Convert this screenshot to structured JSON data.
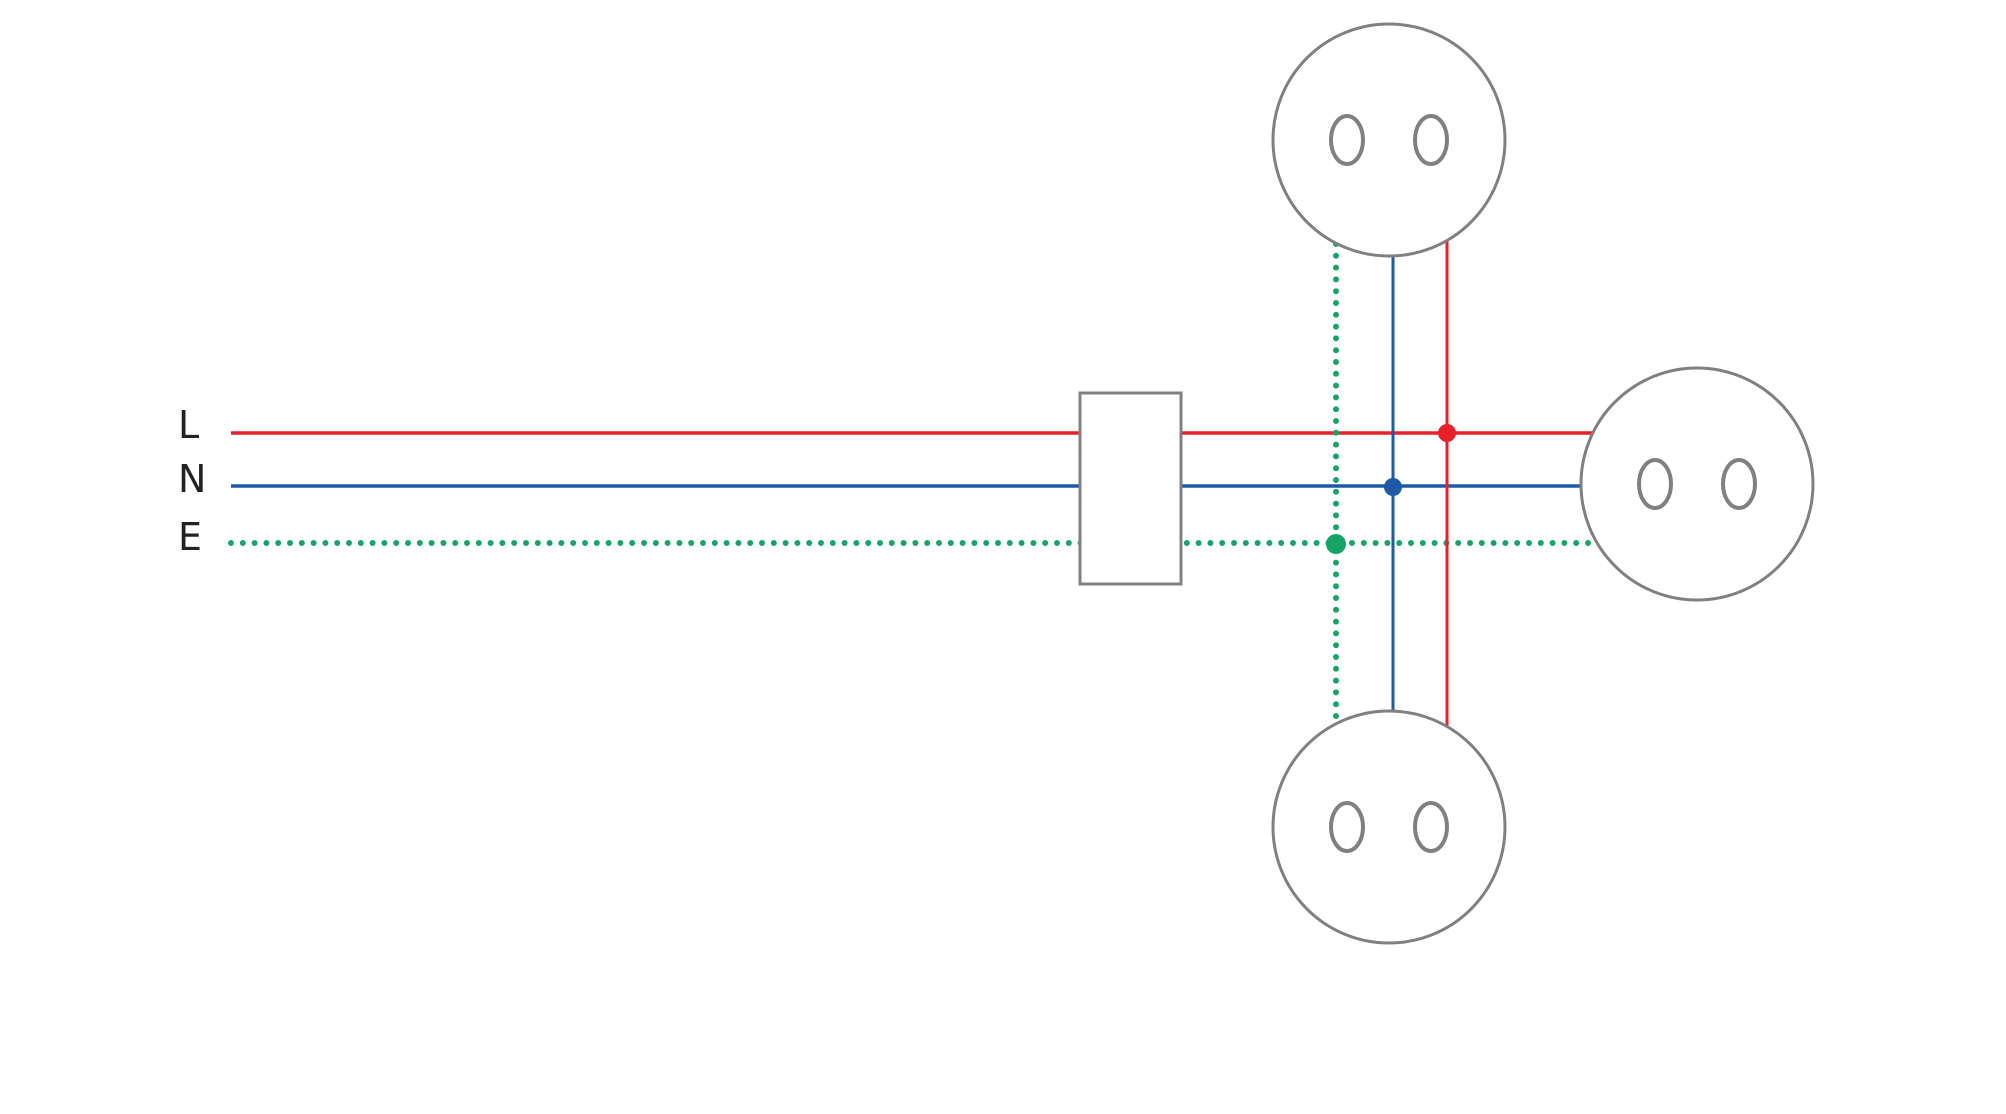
{
  "labels": {
    "live": "L",
    "neutral": "N",
    "earth": "E"
  },
  "colors": {
    "live": "#e8202a",
    "neutral": "#1f5aa6",
    "earth": "#17a567",
    "outline": "#808080"
  },
  "components": {
    "junction_box": "junction-box",
    "sockets": [
      "socket-top",
      "socket-right",
      "socket-bottom"
    ]
  }
}
